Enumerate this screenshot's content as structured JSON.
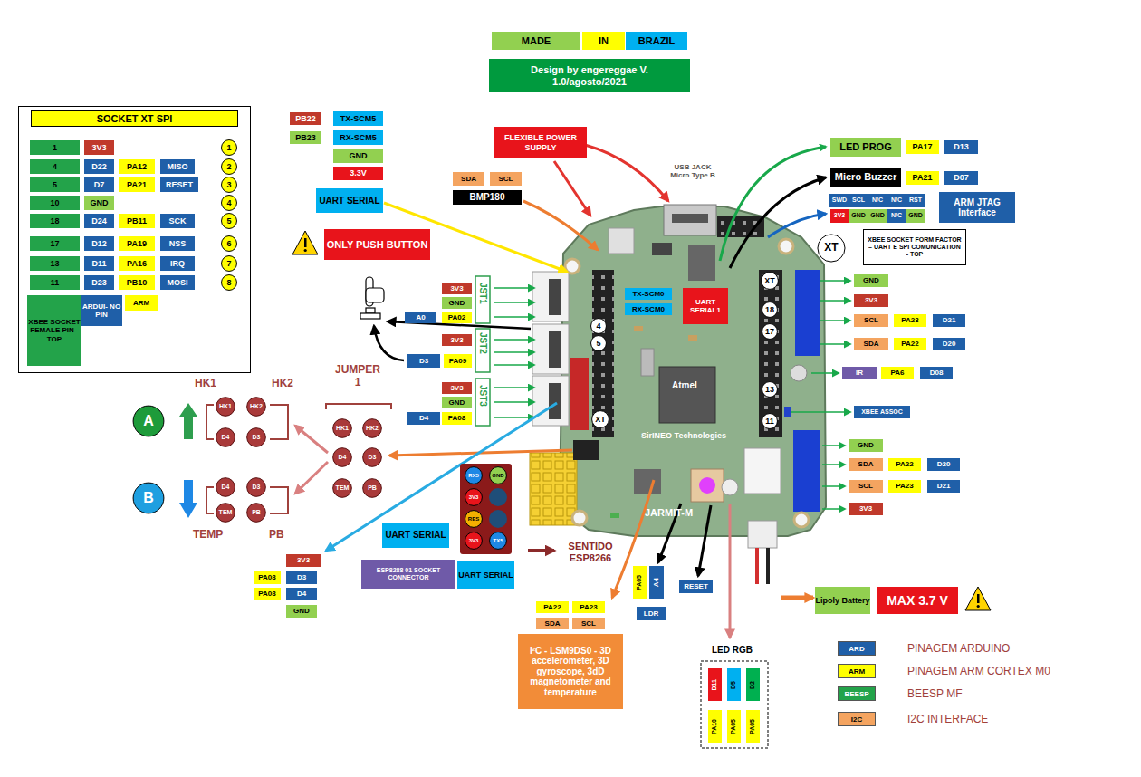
{
  "diagram": {
    "nodes": [
      {
        "text": [
          "SOCKET XT SPI"
        ]
      },
      {
        "text": [
          "1"
        ],
        "in": 0
      },
      {
        "text": [
          "3V3"
        ],
        "in": 0
      },
      {
        "text": [
          "1"
        ],
        "in": 0
      },
      {
        "text": [
          "4"
        ],
        "in": 0
      },
      {
        "text": [
          "D22"
        ],
        "in": 0
      },
      {
        "text": [
          "PA12"
        ],
        "in": 0
      },
      {
        "text": [
          "MISO"
        ],
        "in": 0
      },
      {
        "text": [
          "2"
        ],
        "in": 0
      },
      {
        "text": [
          "5"
        ],
        "in": 0
      },
      {
        "text": [
          "D7"
        ],
        "in": 0
      },
      {
        "text": [
          "PA21"
        ],
        "in": 0
      },
      {
        "text": [
          "RESET"
        ],
        "in": 0
      },
      {
        "text": [
          "3"
        ],
        "in": 0
      },
      {
        "text": [
          "10"
        ],
        "in": 0
      },
      {
        "text": [
          "GND"
        ],
        "in": 0
      },
      {
        "text": [
          "4"
        ],
        "in": 0
      },
      {
        "text": [
          "18"
        ],
        "in": 0
      },
      {
        "text": [
          "D24"
        ],
        "in": 0
      },
      {
        "text": [
          "PB11"
        ],
        "in": 0
      },
      {
        "text": [
          "SCK"
        ],
        "in": 0
      },
      {
        "text": [
          "5"
        ],
        "in": 0
      },
      {
        "text": [
          "17"
        ],
        "in": 0
      },
      {
        "text": [
          "D12"
        ],
        "in": 0
      },
      {
        "text": [
          "PA19"
        ],
        "in": 0
      },
      {
        "text": [
          "NSS"
        ],
        "in": 0
      },
      {
        "text": [
          "6"
        ],
        "in": 0
      },
      {
        "text": [
          "13"
        ],
        "in": 0
      },
      {
        "text": [
          "D11"
        ],
        "in": 0
      },
      {
        "text": [
          "PA16"
        ],
        "in": 0
      },
      {
        "text": [
          "IRQ"
        ],
        "in": 0
      },
      {
        "text": [
          "7"
        ],
        "in": 0
      },
      {
        "text": [
          "11"
        ],
        "in": 0
      },
      {
        "text": [
          "D23"
        ],
        "in": 0
      },
      {
        "text": [
          "PB10"
        ],
        "in": 0
      },
      {
        "text": [
          "MOSI"
        ],
        "in": 0
      },
      {
        "text": [
          "8"
        ],
        "in": 0
      },
      {
        "text": [
          "XBEE SOCKET FEMALE PIN - TOP"
        ],
        "in": 0
      },
      {
        "text": [
          "ARDUI- NO PIN"
        ],
        "in": 0
      },
      {
        "text": [
          "ARM"
        ],
        "in": 0
      },
      {
        "text": [
          "MADE"
        ]
      },
      {
        "text": [
          "IN"
        ]
      },
      {
        "text": [
          "BRAZIL"
        ]
      },
      {
        "text": [
          "Design by engereggae V. 1.0/agosto/2021"
        ]
      },
      {
        "text": [
          "PB22"
        ]
      },
      {
        "text": [
          "TX-SCM5"
        ]
      },
      {
        "text": [
          "PB23"
        ]
      },
      {
        "text": [
          "RX-SCM5"
        ]
      },
      {
        "text": [
          "GND"
        ]
      },
      {
        "text": [
          "3.3V"
        ]
      },
      {
        "text": [
          "UART SERIAL"
        ]
      },
      {
        "text": [
          "ONLY PUSH BUTTON"
        ]
      },
      {
        "text": [
          "FLEXIBLE POWER SUPPLY"
        ]
      },
      {
        "text": [
          "SDA"
        ]
      },
      {
        "text": [
          "SCL"
        ]
      },
      {
        "text": [
          "BMP180"
        ]
      },
      {
        "text": [
          "LED PROG"
        ]
      },
      {
        "text": [
          "PA17"
        ]
      },
      {
        "text": [
          "D13"
        ]
      },
      {
        "text": [
          "Micro Buzzer"
        ]
      },
      {
        "text": [
          "PA21"
        ]
      },
      {
        "text": [
          "D07"
        ]
      },
      {
        "text": [
          "SWD"
        ]
      },
      {
        "text": [
          "SCL"
        ]
      },
      {
        "text": [
          "N/C"
        ]
      },
      {
        "text": [
          "N/C"
        ]
      },
      {
        "text": [
          "RST"
        ]
      },
      {
        "text": [
          "3V3"
        ]
      },
      {
        "text": [
          "GND"
        ]
      },
      {
        "text": [
          "GND"
        ]
      },
      {
        "text": [
          "N/C"
        ]
      },
      {
        "text": [
          "GND"
        ]
      },
      {
        "text": [
          "ARM JTAG Interface"
        ]
      },
      {
        "text": [
          "XT"
        ]
      },
      {
        "text": [
          "XBEE SOCKET FORM FACTOR – UART E SPI COMUNICATION - TOP"
        ]
      },
      {
        "text": [
          "XT"
        ]
      },
      {
        "text": [
          "18"
        ]
      },
      {
        "text": [
          "17"
        ]
      },
      {
        "text": [
          "13"
        ]
      },
      {
        "text": [
          "11"
        ]
      },
      {
        "text": [
          "4"
        ]
      },
      {
        "text": [
          "5"
        ]
      },
      {
        "text": [
          "XT"
        ]
      },
      {
        "text": [
          "TX-SCM0"
        ]
      },
      {
        "text": [
          "RX-SCM0"
        ]
      },
      {
        "text": [
          "UART SERIAL1"
        ]
      },
      {
        "text": [
          "GND"
        ]
      },
      {
        "text": [
          "3V3"
        ]
      },
      {
        "text": [
          "SCL"
        ]
      },
      {
        "text": [
          "PA23"
        ]
      },
      {
        "text": [
          "D21"
        ]
      },
      {
        "text": [
          "SDA"
        ]
      },
      {
        "text": [
          "PA22"
        ]
      },
      {
        "text": [
          "D20"
        ]
      },
      {
        "text": [
          "IR"
        ]
      },
      {
        "text": [
          "PA6"
        ]
      },
      {
        "text": [
          "D08"
        ]
      },
      {
        "text": [
          "XBEE ASSOC"
        ]
      },
      {
        "text": [
          "GND"
        ]
      },
      {
        "text": [
          "SDA"
        ]
      },
      {
        "text": [
          "PA22"
        ]
      },
      {
        "text": [
          "D20"
        ]
      },
      {
        "text": [
          "SCL"
        ]
      },
      {
        "text": [
          "PA23"
        ]
      },
      {
        "text": [
          "D21"
        ]
      },
      {
        "text": [
          "3V3"
        ]
      },
      {
        "text": [
          "3V3"
        ]
      },
      {
        "text": [
          "GND"
        ]
      },
      {
        "text": [
          "A0"
        ]
      },
      {
        "text": [
          "PA02"
        ]
      },
      {
        "text": [
          "3V3"
        ]
      },
      {
        "text": [
          "D3"
        ]
      },
      {
        "text": [
          "PA09"
        ]
      },
      {
        "text": [
          "3V3"
        ]
      },
      {
        "text": [
          "GND"
        ]
      },
      {
        "text": [
          "D4"
        ]
      },
      {
        "text": [
          "PA08"
        ]
      },
      {
        "text": [
          "HK1"
        ]
      },
      {
        "text": [
          "HK2"
        ]
      },
      {
        "text": [
          "D4"
        ]
      },
      {
        "text": [
          "D3"
        ]
      },
      {
        "text": [
          "HK1"
        ]
      },
      {
        "text": [
          "HK2"
        ]
      },
      {
        "text": [
          "D4"
        ]
      },
      {
        "text": [
          "D3"
        ]
      },
      {
        "text": [
          "TEM"
        ]
      },
      {
        "text": [
          "PB"
        ]
      },
      {
        "text": [
          "D4"
        ]
      },
      {
        "text": [
          "D3"
        ]
      },
      {
        "text": [
          "TEM"
        ]
      },
      {
        "text": [
          "PB"
        ]
      },
      {
        "text": [
          "A"
        ]
      },
      {
        "text": [
          "B"
        ]
      },
      {
        "text": [
          "3V3"
        ]
      },
      {
        "text": [
          "PA08"
        ]
      },
      {
        "text": [
          "D3"
        ]
      },
      {
        "text": [
          "PA08"
        ]
      },
      {
        "text": [
          "D4"
        ]
      },
      {
        "text": [
          "GND"
        ]
      },
      {
        "text": [
          "UART SERIAL"
        ]
      },
      {
        "text": [
          "ESP8288 01 SOCKET CONNECTOR"
        ]
      },
      {
        "text": [
          "RX5"
        ]
      },
      {
        "text": [
          "GND"
        ]
      },
      {
        "text": [
          "3V3"
        ]
      },
      {
        "text": [
          "RES"
        ]
      },
      {
        "text": [
          "3V3"
        ]
      },
      {
        "text": [
          "TX5"
        ]
      },
      {
        "text": [
          "UART SERIAL"
        ]
      },
      {
        "text": [
          "PA22"
        ]
      },
      {
        "text": [
          "PA23"
        ]
      },
      {
        "text": [
          "SDA"
        ]
      },
      {
        "text": [
          "SCL"
        ]
      },
      {
        "text": [
          "I²C - LSM9DS0 - 3D accelerometer, 3D gyroscope, 3dD magnetometer and temperature"
        ]
      },
      {
        "text": [
          "PA05"
        ]
      },
      {
        "text": [
          "A4"
        ]
      },
      {
        "text": [
          "LDR"
        ]
      },
      {
        "text": [
          "RESET"
        ]
      },
      {
        "text": [
          "D11"
        ]
      },
      {
        "text": [
          "D5"
        ]
      },
      {
        "text": [
          "D2"
        ]
      },
      {
        "text": [
          "PA10"
        ]
      },
      {
        "text": [
          "PA05"
        ]
      },
      {
        "text": [
          "PA05"
        ]
      },
      {
        "text": [
          "Lipoly Battery"
        ]
      },
      {
        "text": [
          "MAX 3.7 V"
        ]
      }
    ],
    "edges": [
      {
        "from": 2,
        "to": 3,
        "arrow": "to"
      },
      {
        "from": 7,
        "to": 8,
        "arrow": "to"
      },
      {
        "from": 12,
        "to": 13,
        "arrow": "to"
      },
      {
        "from": 15,
        "to": 16,
        "arrow": "to"
      },
      {
        "from": 20,
        "to": 21,
        "arrow": "to"
      },
      {
        "from": 25,
        "to": 26,
        "arrow": "to"
      },
      {
        "from": 30,
        "to": 31,
        "arrow": "to"
      },
      {
        "from": 35,
        "to": 36,
        "arrow": "to"
      }
    ],
    "labels": [
      "HK1",
      "HK2",
      "JUMPER 1",
      "TEMP",
      "PB",
      "JST1",
      "JST2",
      "JST3",
      "SENTIDO ESP8266",
      "USB JACK Micro Type B",
      "LED RGB",
      "ARD",
      "ARM",
      "BEESP",
      "I2C",
      "Atmel",
      "SirINEO Technologies",
      "JARMIT-M"
    ],
    "legend": [
      {
        "text": "PINAGEM ARDUINO",
        "color": "#1f5fa8"
      },
      {
        "text": "PINAGEM ARM CORTEX M0",
        "color": "#ffff00"
      },
      {
        "text": "BEESP MF",
        "color": "#23a34a"
      },
      {
        "text": "I2C INTERFACE",
        "color": "#f4a460"
      }
    ]
  }
}
